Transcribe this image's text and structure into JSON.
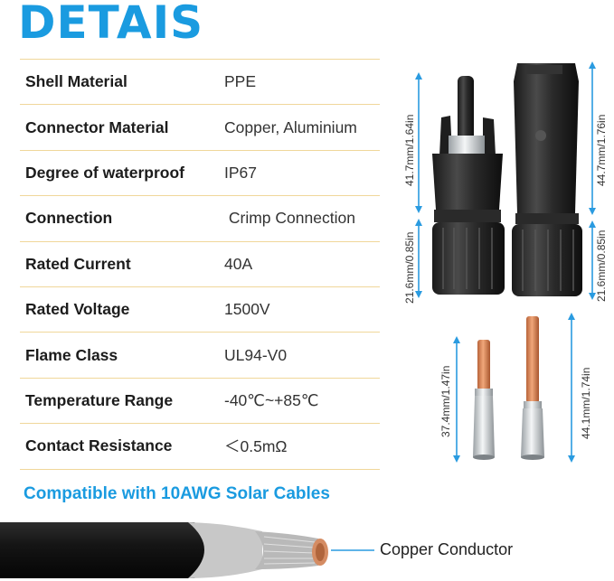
{
  "title": "DETAIS",
  "specs": [
    {
      "label": "Shell Material",
      "value": "PPE"
    },
    {
      "label": "Connector Material",
      "value": "Copper, Aluminium"
    },
    {
      "label": "Degree of waterproof",
      "value": "IP67"
    },
    {
      "label": "Connection",
      "value": " Crimp Connection"
    },
    {
      "label": "Rated Current",
      "value": "40A"
    },
    {
      "label": "Rated Voltage",
      "value": "1500V"
    },
    {
      "label": "Flame Class",
      "value": "UL94-V0"
    },
    {
      "label": "Temperature Range",
      "value": "-40℃~+85℃"
    },
    {
      "label": "Contact Resistance",
      "value": "＜0.5mΩ"
    }
  ],
  "compatible_text": "Compatible with 10AWG Solar Cables",
  "cable_callout": "Copper Conductor",
  "dimensions": {
    "male_upper": "41.7mm/1.64in",
    "male_lower": "21.6mm/0.85in",
    "female_upper": "44.7mm/1.76in",
    "female_lower": "21.6mm/0.85in",
    "pin_left": "37.4mm/1.47in",
    "pin_right": "44.1mm/1.74in"
  },
  "colors": {
    "accent": "#1a9be0",
    "divider": "#f0d79a"
  }
}
